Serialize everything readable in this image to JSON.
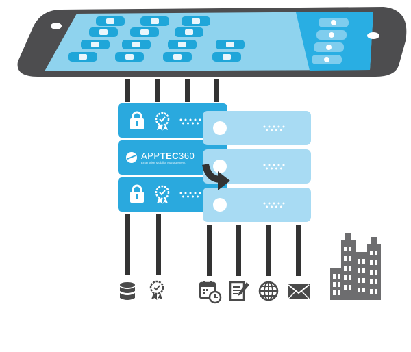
{
  "brand": {
    "name_light": "APP",
    "name_bold": "TEC",
    "name_number": "360",
    "tagline": "Enterprise Mobility Management"
  },
  "colors": {
    "phone_body": "#4d4d4f",
    "screen": "#8fd3ee",
    "app_tile": "#1fa6d9",
    "server_blue": "#2aa9de",
    "server_light": "#a8dbf3",
    "connector": "#333333",
    "icon_gray": "#4a4a4a"
  },
  "icons": {
    "top_left_connectors": [
      "line",
      "line",
      "line",
      "line"
    ],
    "bottom_left": [
      "database-icon",
      "certificate-icon"
    ],
    "bottom_right": [
      "calendar-clock-icon",
      "document-edit-icon",
      "globe-icon",
      "mail-icon"
    ],
    "building": "office-buildings-icon"
  }
}
